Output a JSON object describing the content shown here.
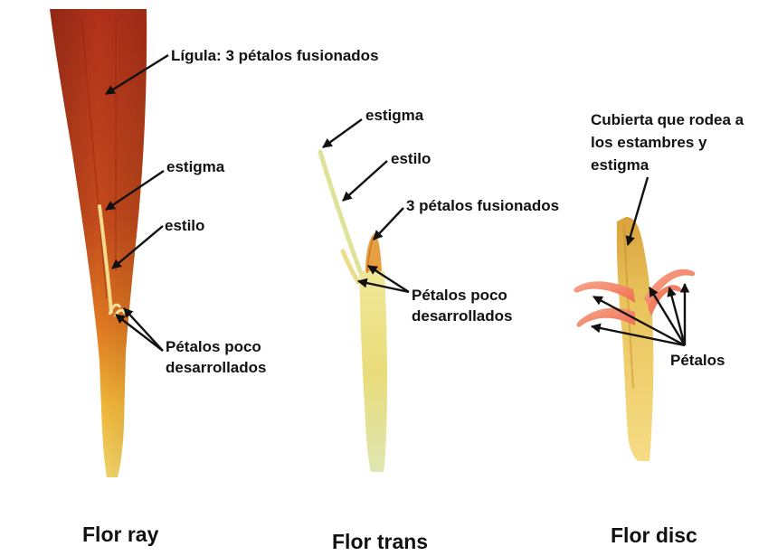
{
  "diagram": {
    "ray": {
      "caption": "Flor ray",
      "labels": {
        "ligule": "Lígula: 3 pétalos fusionados",
        "stigma": "estigma",
        "style": "estilo",
        "petals_line1": "Pétalos poco",
        "petals_line2": "desarrollados"
      }
    },
    "trans": {
      "caption": "Flor trans",
      "labels": {
        "stigma": "estigma",
        "style": "estilo",
        "fused": "3 pétalos fusionados",
        "petals_line1": "Pétalos poco",
        "petals_line2": "desarrollados"
      }
    },
    "disc": {
      "caption": "Flor disc",
      "labels": {
        "cover_line1": "Cubierta que rodea a",
        "cover_line2": "los estambres y",
        "cover_line3": "estigma",
        "petals": "Pétalos"
      }
    }
  },
  "colors": {
    "ligule_top": "#b2321a",
    "ligule_mid": "#cf5a1c",
    "ligule_base": "#f2c03a",
    "stem_yellow": "#e9d06a",
    "stem_pale": "#e6e6a0",
    "petal_salmon": "#f4866a",
    "arrow": "#111111"
  }
}
